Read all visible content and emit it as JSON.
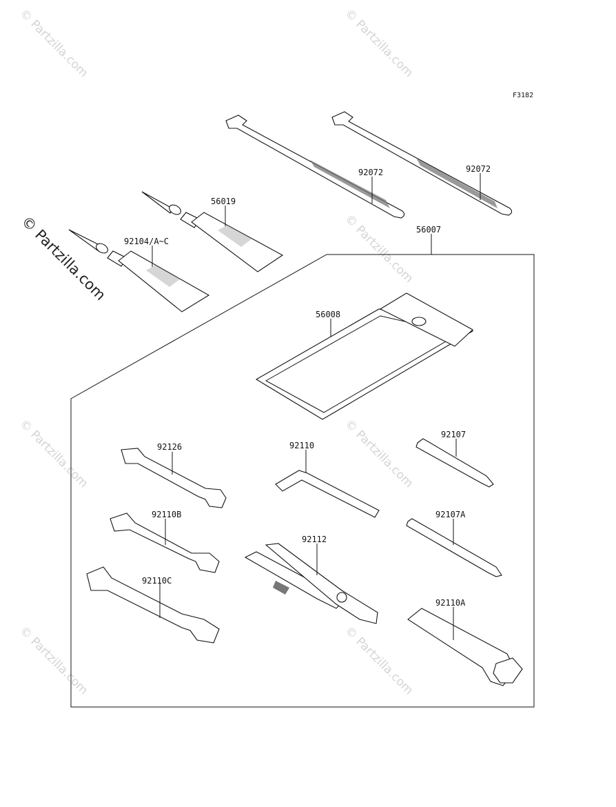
{
  "figure_code": "F3182",
  "watermark": "© Partzilla.com",
  "callouts": {
    "tie_left": "92072",
    "tie_right": "92072",
    "tube_small": "56019",
    "tube_large": "92104/A~C",
    "tool_kit": "56007",
    "bag": "56008",
    "wrench_1": "92126",
    "wrench_2": "92110B",
    "wrench_3": "92110C",
    "hex_key": "92110",
    "pliers": "92112",
    "screwdriver_1": "92107",
    "screwdriver_2": "92107A",
    "box_wrench": "92110A"
  }
}
